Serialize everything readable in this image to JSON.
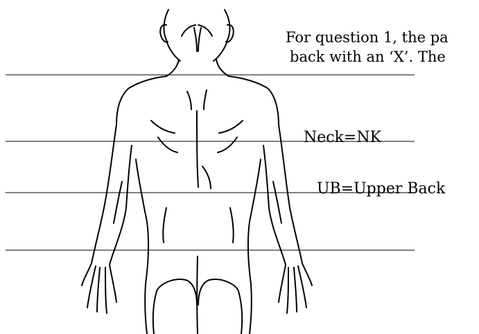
{
  "instructions": {
    "line1": "For question 1, the pa",
    "line2": "back with an ‘X’. The"
  },
  "region_labels": {
    "neck": "Neck=NK",
    "upper_back": "UB=Upper Back"
  },
  "colors": {
    "ink": "#000000",
    "background": "#ffffff"
  }
}
